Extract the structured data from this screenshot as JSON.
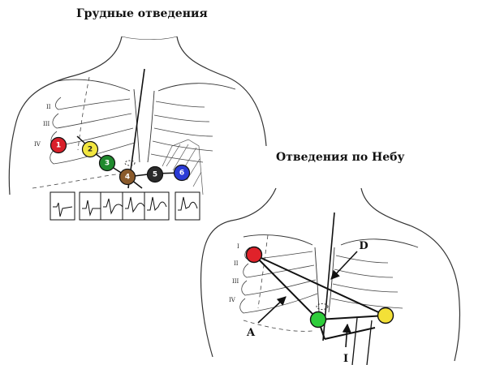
{
  "titles": {
    "chest_leads": "Грудные отведения",
    "nebu_leads": "Отведения по Небу"
  },
  "rib_labels": [
    "I",
    "II",
    "III",
    "IV"
  ],
  "chest_electrodes": [
    {
      "label": "1",
      "color": "#d9202a",
      "text_color": "#ffffff"
    },
    {
      "label": "2",
      "color": "#f2e640",
      "text_color": "#222222"
    },
    {
      "label": "3",
      "color": "#1f8a2e",
      "text_color": "#ffffff"
    },
    {
      "label": "4",
      "color": "#8a5a2b",
      "text_color": "#ffffff"
    },
    {
      "label": "5",
      "color": "#2a2a2a",
      "text_color": "#ffffff"
    },
    {
      "label": "6",
      "color": "#2a3bd6",
      "text_color": "#ffffff"
    }
  ],
  "nebu_electrodes": [
    {
      "name": "red",
      "color": "#e0222a"
    },
    {
      "name": "green",
      "color": "#2ecc3a"
    },
    {
      "name": "yellow",
      "color": "#f3e037"
    }
  ],
  "nebu_arrows": {
    "d": "D",
    "a": "A",
    "i": "I"
  }
}
